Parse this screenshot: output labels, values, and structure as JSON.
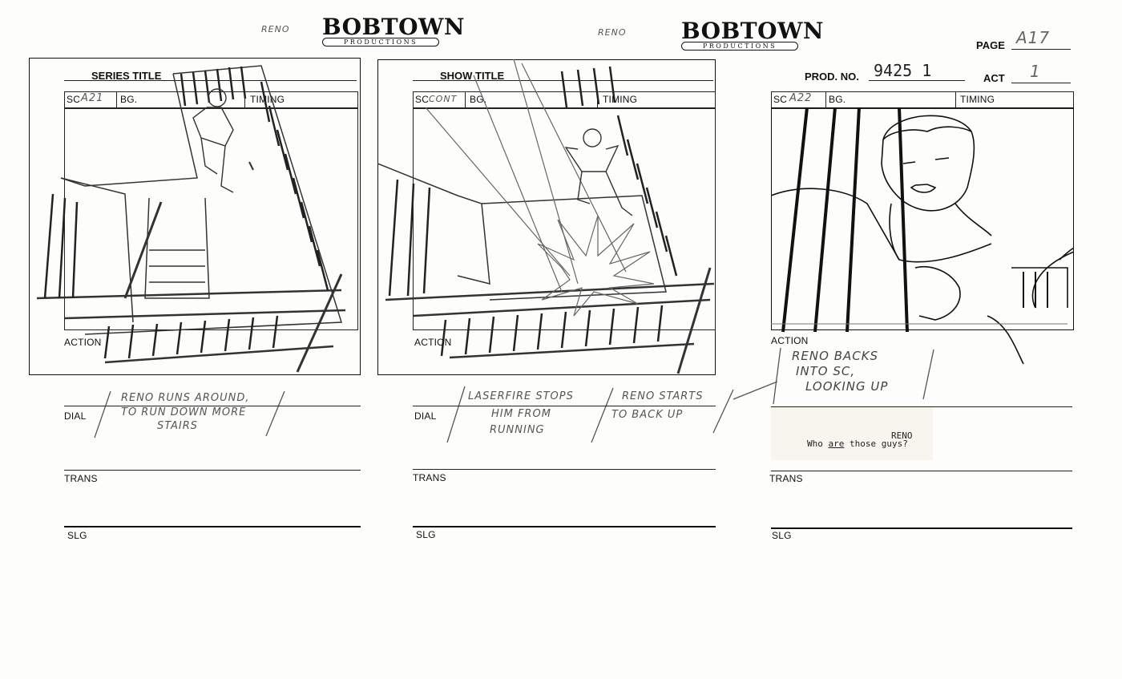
{
  "header": {
    "logo_main": "BOBTOWN",
    "logo_sub": "PRODUCTIONS",
    "page_label": "PAGE",
    "page_value": "A17",
    "prod_label": "PROD. NO.",
    "prod_value": "9425 1",
    "act_label": "ACT",
    "act_value": "1",
    "series_title_label": "SERIES TITLE",
    "show_title_label": "SHOW TITLE"
  },
  "field_labels": {
    "sc": "SC",
    "bg": "BG.",
    "timing": "TIMING",
    "action": "ACTION",
    "dial": "DIAL",
    "trans": "TRANS",
    "slg": "SLG"
  },
  "panels": [
    {
      "character_note": "RENO",
      "scene": "A21",
      "notes": [
        "RENO RUNS AROUND,",
        "TO RUN DOWN MORE",
        "STAIRS"
      ]
    },
    {
      "character_note": "RENO",
      "scene": "CONT",
      "notes": [
        "LASERFIRE STOPS",
        "HIM FROM",
        "RUNNING"
      ],
      "notes2": [
        "RENO STARTS",
        "TO BACK UP"
      ]
    },
    {
      "scene": "A22",
      "action_notes": [
        "RENO BACKS",
        "INTO SC,",
        "LOOKING UP"
      ],
      "dialogue_speaker": "RENO",
      "dialogue_pre": "Who ",
      "dialogue_em": "are",
      "dialogue_post": " those guys?"
    }
  ]
}
